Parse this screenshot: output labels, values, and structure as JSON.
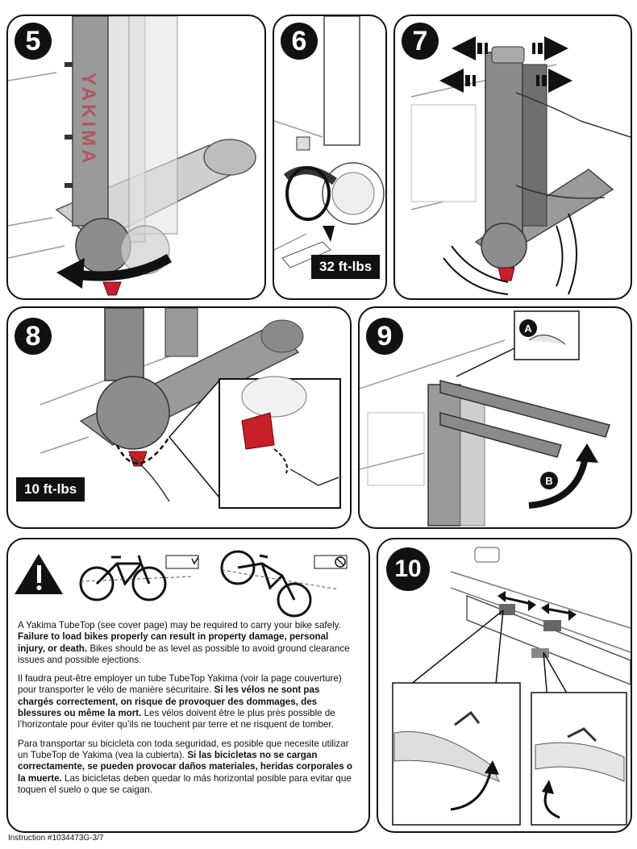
{
  "steps": [
    {
      "number": "5"
    },
    {
      "number": "6",
      "torque": "32 ft-lbs"
    },
    {
      "number": "7"
    },
    {
      "number": "8",
      "torque": "10 ft-lbs"
    },
    {
      "number": "9",
      "callouts": [
        "A",
        "B"
      ]
    },
    {
      "number": "10"
    }
  ],
  "rack_brand": "YAKIMA",
  "warning": {
    "english": {
      "pre": "A Yakima TubeTop (see cover page) may be required to carry your bike safely. ",
      "bold": "Failure to load bikes properly can result in property damage, personal injury, or death.",
      "post": " Bikes should be as level as possible to avoid ground clearance issues and possible ejections."
    },
    "french": {
      "pre": "Il faudra peut-être employer un tube TubeTop Yakima (voir la page couverture) pour transporter le vélo de manière sécuritaire. ",
      "bold": "Si les vélos ne sont pas chargés correctement, on risque de provoquer des dommages, des blessures ou même la mort.",
      "post": " Les vélos doivent être le plus près possible de l’horizontale pour éviter qu’ils ne touchent par terre et ne risquent de tomber."
    },
    "spanish": {
      "pre": "Para transportar su bicicleta con toda seguridad, es posible que necesite utilizar un TubeTop de Yakima (vea la cubierta). ",
      "bold": "Si las bicicletas no se cargan correctamente, se pueden provocar daños materiales, heridas corporales o la muerte.",
      "post": " Las bicicletas deben quedar lo más horizontal posible para evitar que toquen el suelo o que se caigan."
    }
  },
  "footer": "Instruction #1034473G-3/7",
  "colors": {
    "ink": "#111111",
    "accent_red": "#c8202a",
    "rack_grey": "#8a8a8a"
  }
}
